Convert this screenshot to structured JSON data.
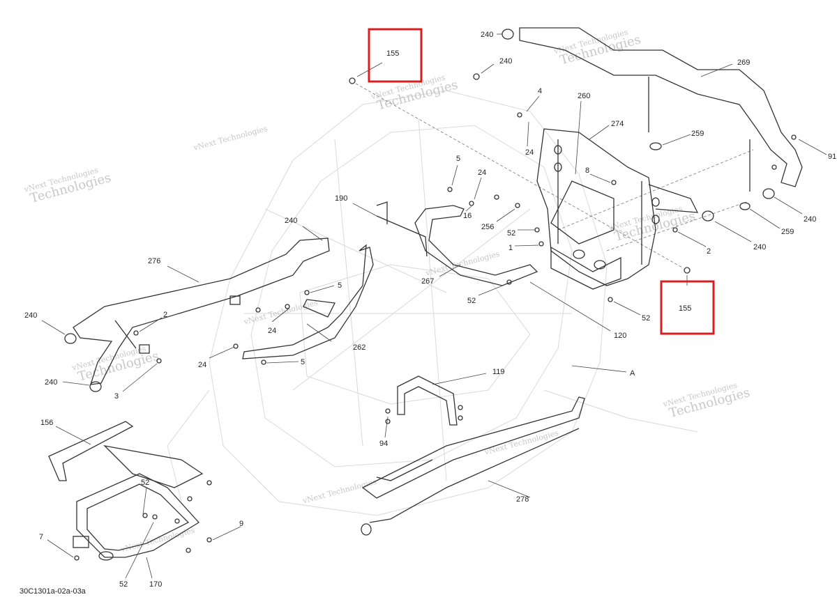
{
  "watermark": {
    "line1": "vNext",
    "line2": "Technologies",
    "small": "vNext Technologies"
  },
  "highlight_color": "#d81e1e",
  "drawing_ref": "30C1301a-02a-03a",
  "callouts": {
    "c155a": "155",
    "c155b": "155",
    "c240_top": "240",
    "c240_cap": "240",
    "c240_rr": "240",
    "c240_rm": "240",
    "c240_l1": "240",
    "c240_l2": "240",
    "c240_l3": "240",
    "c269": "269",
    "c4": "4",
    "c260": "260",
    "c274": "274",
    "c259a": "259",
    "c259b": "259",
    "c91": "91",
    "c24a": "24",
    "c24b": "24",
    "c24c": "24",
    "c24d": "24",
    "c5a": "5",
    "c5b": "5",
    "c5c": "5",
    "c8": "8",
    "c16": "16",
    "c256": "256",
    "c52a": "52",
    "c52b": "52",
    "c52c": "52",
    "c52d": "52",
    "c52e": "52",
    "c1": "1",
    "c2a": "2",
    "c2b": "2",
    "c190": "190",
    "c267": "267",
    "c120": "120",
    "c276": "276",
    "c262": "262",
    "c3": "3",
    "c119": "119",
    "cA": "A",
    "c94": "94",
    "c156": "156",
    "c9": "9",
    "c7": "7",
    "c170": "170",
    "c278": "278"
  }
}
